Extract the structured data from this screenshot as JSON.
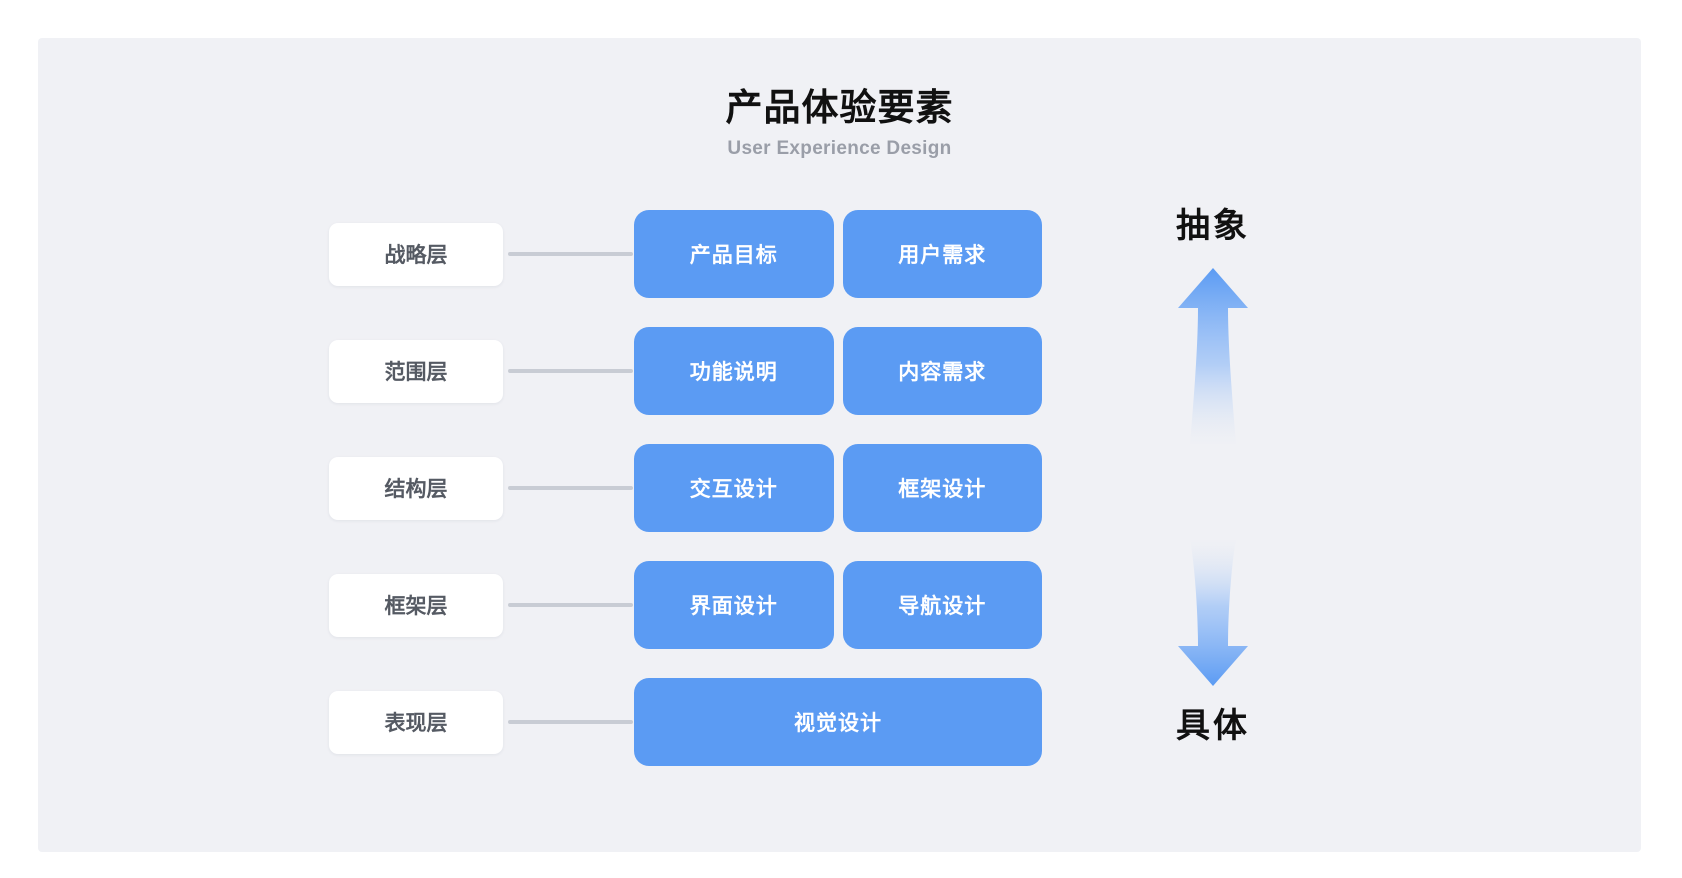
{
  "header": {
    "title": "产品体验要素",
    "subtitle": "User Experience Design"
  },
  "colors": {
    "page_background": "#ffffff",
    "panel_background": "#f0f1f5",
    "card_blue": "#5b9bf3",
    "label_card": "#ffffff",
    "label_text": "#555a63",
    "connector": "#c8ccd4",
    "title_text": "#111111",
    "subtitle_text": "#9a9ea8",
    "arrow_blue": "#5b9bf3"
  },
  "layers": [
    {
      "label": "战略层",
      "cards": [
        "产品目标",
        "用户需求"
      ]
    },
    {
      "label": "范围层",
      "cards": [
        "功能说明",
        "内容需求"
      ]
    },
    {
      "label": "结构层",
      "cards": [
        "交互设计",
        "框架设计"
      ]
    },
    {
      "label": "框架层",
      "cards": [
        "界面设计",
        "导航设计"
      ]
    },
    {
      "label": "表现层",
      "cards": [
        "视觉设计"
      ]
    }
  ],
  "axis": {
    "top_label": "抽象",
    "bottom_label": "具体",
    "up_arrow_icon": "arrow-up-icon",
    "down_arrow_icon": "arrow-down-icon"
  }
}
